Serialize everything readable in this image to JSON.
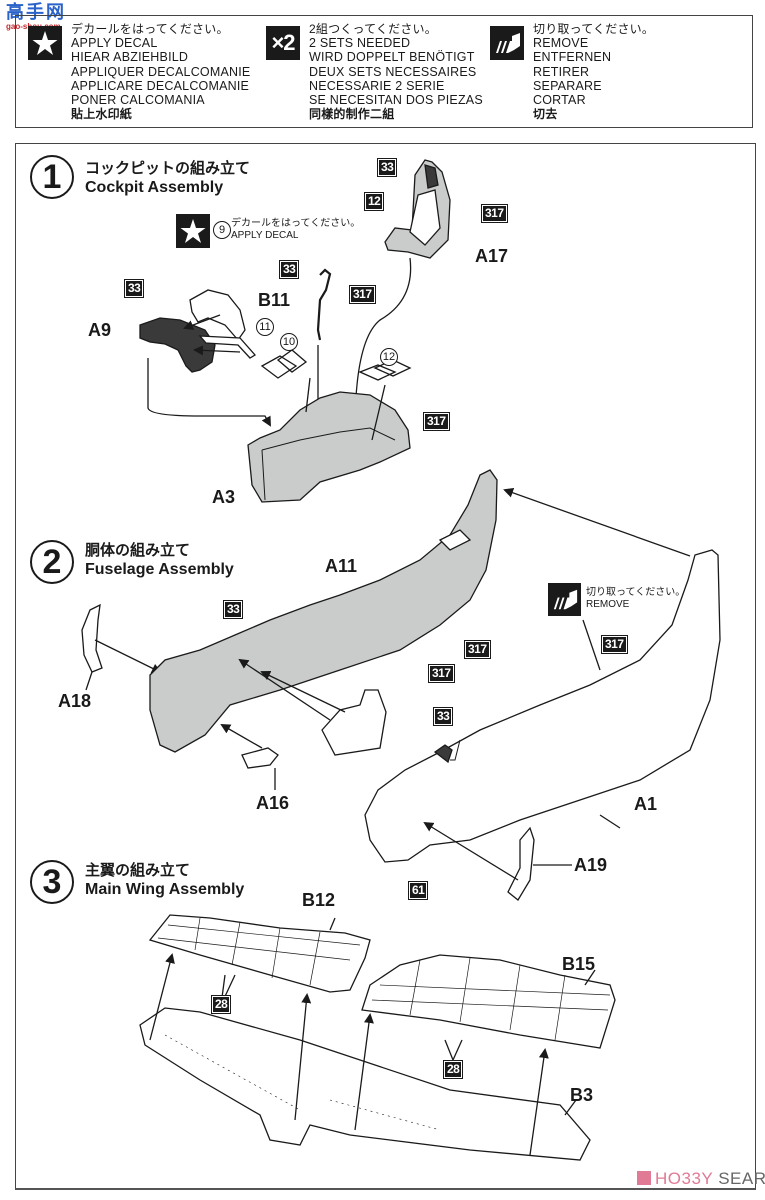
{
  "watermark_top": {
    "chars": "高手网",
    "domain": "gao-shou.com"
  },
  "legend": [
    {
      "icon": "star-decal-icon",
      "lines": [
        "デカールをはってください。",
        "APPLY DECAL",
        "HIEAR ABZIEHBILD",
        "APPLIQUER DECALCOMANIE",
        "APPLICARE DECALCOMANIE",
        "PONER CALCOMANIA",
        "貼上水印紙"
      ]
    },
    {
      "icon": "x2-sets-icon",
      "icon_text": "×2",
      "lines": [
        "2組つくってください。",
        "2 SETS NEEDED",
        "WIRD DOPPELT BENÖTIGT",
        "DEUX SETS NECESSAIRES",
        "NECESSARIE 2 SERIE",
        "SE NECESITAN DOS PIEZAS",
        "同樣的制作二組"
      ]
    },
    {
      "icon": "cut-remove-icon",
      "lines": [
        "切り取ってください。",
        "REMOVE",
        "ENTFERNEN",
        "RETIRER",
        "SEPARARE",
        "CORTAR",
        "切去"
      ]
    }
  ],
  "steps": [
    {
      "number": "1",
      "title_jp": "コックピットの組み立て",
      "title_en": "Cockpit Assembly",
      "decal_note_jp": "デカールをはってください。",
      "decal_note_en": "APPLY DECAL",
      "parts": [
        "A9",
        "B11",
        "A17",
        "A3"
      ],
      "decals": [
        "9",
        "11",
        "10",
        "12"
      ],
      "paints": [
        "33",
        "33",
        "317",
        "33",
        "12",
        "317",
        "317"
      ]
    },
    {
      "number": "2",
      "title_jp": "胴体の組み立て",
      "title_en": "Fuselage Assembly",
      "remove_note_jp": "切り取ってください。",
      "remove_note_en": "REMOVE",
      "parts": [
        "A11",
        "A18",
        "A16",
        "A1",
        "A19"
      ],
      "paints": [
        "33",
        "317",
        "317",
        "317",
        "33",
        "61"
      ]
    },
    {
      "number": "3",
      "title_jp": "主翼の組み立て",
      "title_en": "Main Wing Assembly",
      "parts": [
        "B12",
        "B15",
        "B3"
      ],
      "paints": [
        "28",
        "28"
      ]
    }
  ],
  "footer": {
    "brand": "HOBBY SEARCH",
    "brand_accent": "HO33Y",
    "brand_rest": "SEARCH"
  },
  "colors": {
    "ink": "#1a1a1a",
    "part_fill_gray": "#c9ccca",
    "hobby_pink": "#e07a95",
    "hobby_gray": "#666666"
  }
}
